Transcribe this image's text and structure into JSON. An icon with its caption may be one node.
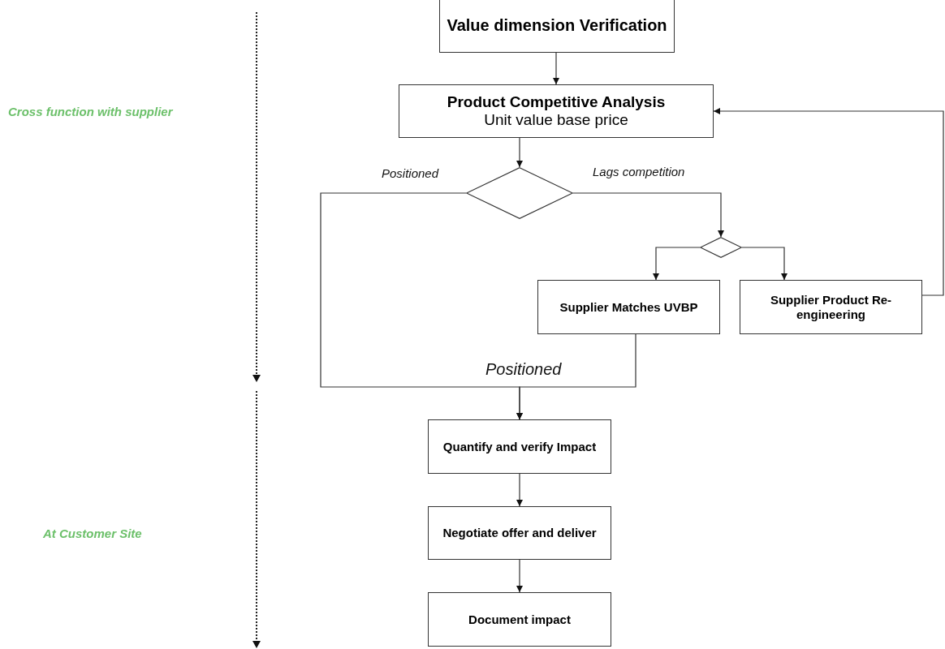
{
  "diagram": {
    "nodes": [
      {
        "text": [
          "Value dimension Verification"
        ]
      },
      {
        "text": [
          "Product Competitive Analysis",
          "Unit value base price"
        ]
      },
      {
        "text": [],
        "shape": "diamond"
      },
      {
        "text": [],
        "shape": "diamond"
      },
      {
        "text": [
          "Supplier Matches UVBP"
        ]
      },
      {
        "text": [
          "Supplier Product Re-engineering"
        ]
      },
      {
        "text": [
          "Quantify and verify  Impact"
        ]
      },
      {
        "text": [
          "Negotiate offer and deliver"
        ]
      },
      {
        "text": [
          "Document impact"
        ]
      }
    ],
    "edges": [
      {
        "from": 0,
        "to": 1,
        "arrow": "to"
      },
      {
        "from": 1,
        "to": 2,
        "arrow": "to"
      },
      {
        "from": 2,
        "to": 3,
        "arrow": "to",
        "label": "Lags competition"
      },
      {
        "from": 3,
        "to": 4,
        "arrow": "to"
      },
      {
        "from": 3,
        "to": 5,
        "arrow": "to"
      },
      {
        "from": 5,
        "to": 1,
        "arrow": "to"
      },
      {
        "from": 2,
        "to": 6,
        "arrow": "to",
        "label": "Positioned"
      },
      {
        "from": 4,
        "to": 6,
        "arrow": "to",
        "label": "Positioned"
      },
      {
        "from": 6,
        "to": 7,
        "arrow": "to"
      },
      {
        "from": 7,
        "to": 8,
        "arrow": "to"
      }
    ],
    "labels": [
      "Cross function with supplier",
      "At Customer Site"
    ]
  }
}
